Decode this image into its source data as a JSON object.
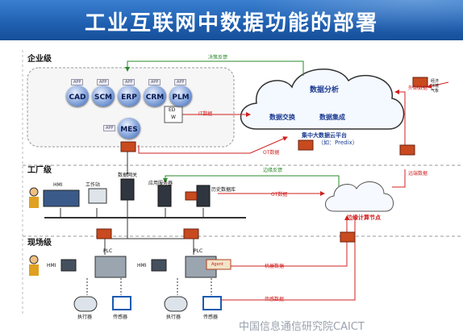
{
  "title": "工业互联网中数据功能的部署",
  "levels": {
    "enterprise": "企业级",
    "factory": "工厂级",
    "field": "现场级"
  },
  "apps": {
    "tag": "APP",
    "items": [
      "CAD",
      "SCM",
      "ERP",
      "CRM",
      "PLM"
    ],
    "mes": "MES",
    "edw_line1": "ED",
    "edw_line2": "W"
  },
  "cloud": {
    "analysis": "数据分析",
    "exchange": "数据交换",
    "integration": "数据集成",
    "platform": "集中大数据云平台",
    "platform_sub": "（如：Predix）"
  },
  "labels": {
    "decision_feedback": "决策反馈",
    "it_data": "IT数据",
    "ot_data_top": "OT数据",
    "external_data": "外部数据",
    "env_tags": "经济\n环境\n气象",
    "remote_data": "远端数据",
    "edge_feedback": "边缘反馈",
    "ot_data_mid": "OT数据",
    "hmi": "HMI",
    "workstation": "工作站",
    "gateway": "数据网关",
    "app_server": "应用服务器",
    "history_db": "历史数据库",
    "edge_node": "边缘计算节点",
    "plc": "PLC",
    "agent": "Agent",
    "machine_data": "机器数据",
    "sensor_data": "传感数据",
    "actuator": "执行器",
    "sensor": "传感器"
  },
  "watermark": "中国信息通信研究院CAICT",
  "colors": {
    "header": "#1f5fb0",
    "red_arrow": "#d02020",
    "green_arrow": "#2a8a2a",
    "firewall": "#c84a1e"
  }
}
